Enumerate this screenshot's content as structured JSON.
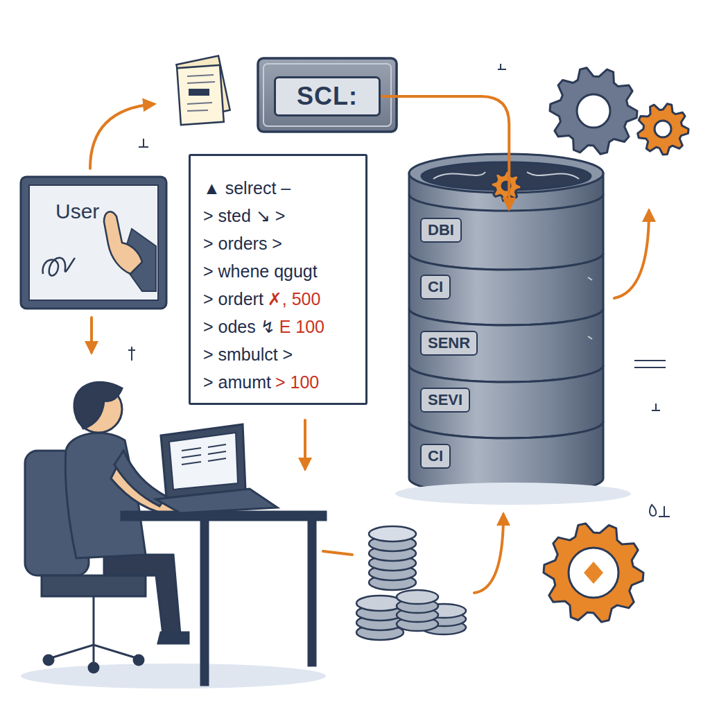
{
  "diagram": {
    "nodes": [
      {
        "text": [
          "SCL:"
        ]
      },
      {
        "text": [
          "User"
        ]
      },
      {
        "text": [
          "▲ selrect –",
          "> sted ↘ >",
          "> orders >",
          "> whene qgugt",
          "> ordert",
          "✗, 500",
          "> odes ↯",
          "E 100",
          "> smbulct >",
          "> amumt",
          "> 100"
        ]
      },
      {
        "text": [
          "DBI"
        ]
      },
      {
        "text": [
          "CI"
        ]
      },
      {
        "text": [
          "SENR"
        ]
      },
      {
        "text": [
          "SEVI"
        ]
      },
      {
        "text": [
          "CI"
        ]
      }
    ],
    "edges": [
      {
        "from": 0,
        "to": 3,
        "arrow": "to"
      }
    ]
  }
}
